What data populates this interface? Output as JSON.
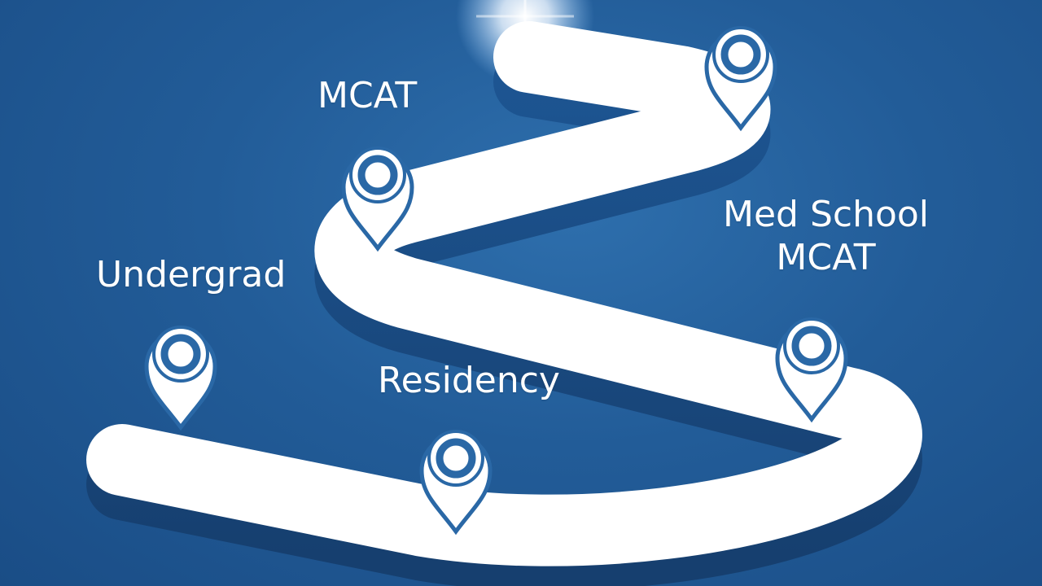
{
  "milestones": [
    {
      "id": "undergrad",
      "label": "Undergrad"
    },
    {
      "id": "mcat",
      "label": "MCAT"
    },
    {
      "id": "residency",
      "label": "Residency"
    },
    {
      "id": "med-school",
      "label": "Med School\nMCAT"
    },
    {
      "id": "top",
      "label": ""
    }
  ],
  "colors": {
    "background": "#225c98",
    "road": "#ffffff",
    "road_side": "#1b4a80",
    "pin_fill": "#ffffff",
    "pin_ring": "#2a68a6"
  },
  "icons": [
    "map-pin-icon",
    "glow-light"
  ]
}
